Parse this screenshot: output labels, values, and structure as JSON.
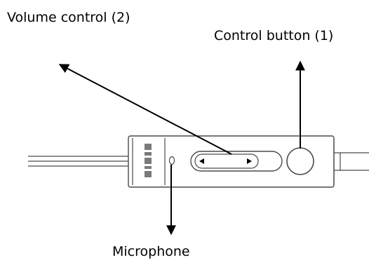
{
  "labels": {
    "volume_control": "Volume control (2)",
    "control_button": "Control button (1)",
    "microphone": "Microphone"
  },
  "colors": {
    "line": "#000000",
    "device_stroke": "#4a4a4a",
    "logo": "#7a7a7a",
    "background": "#ffffff"
  },
  "icons": {
    "volume_left": "triangle-left",
    "volume_right": "triangle-right"
  }
}
